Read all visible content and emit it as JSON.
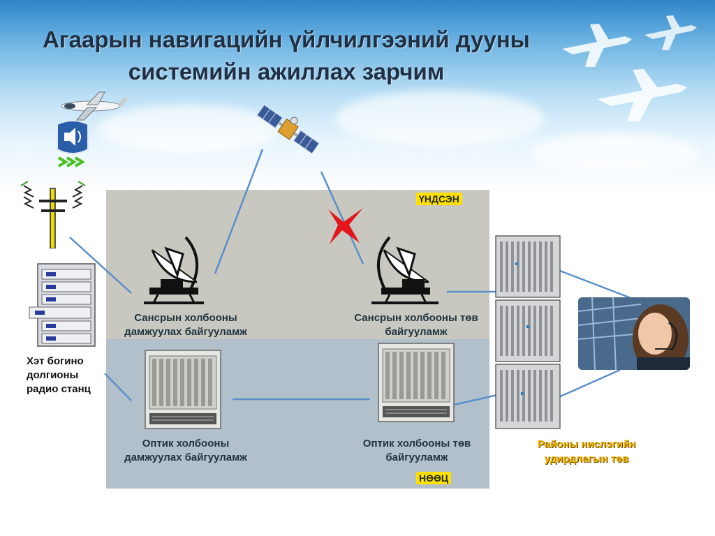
{
  "title_line1": "Агаарын навигацийн үйлчилгээний дууны",
  "title_line2": "системийн ажиллах зарчим",
  "zones": {
    "primary_tag": "ҮНДСЭН",
    "backup_tag": "НӨӨЦ"
  },
  "labels": {
    "sat_relay_1": "Сансрын холбооны",
    "sat_relay_2": "дамжуулах байгууламж",
    "sat_central_1": "Сансрын холбооны төв",
    "sat_central_2": "байгууламж",
    "opt_relay_1": "Оптик  холбооны",
    "opt_relay_2": "дамжуулах байгууламж",
    "opt_central_1": "Оптик  холбооны  төв",
    "opt_central_2": "байгууламж",
    "hf_1": "Хэт богино",
    "hf_2": "долгионы",
    "hf_3": "радио станц",
    "acc_1": "Районы нислэгийн",
    "acc_2": "удирдлагын төв"
  },
  "colors": {
    "link": "#5b8fc9",
    "fail_mark": "#e4161b",
    "primary_zone": "#c8c8c0",
    "backup_zone": "#b2c0cb",
    "tag_yellow": "#ffe000",
    "tag_orange": "#f2b300"
  },
  "icons": [
    "airplane-icon",
    "satellite-icon",
    "radio-antenna-icon",
    "satellite-dish-icon",
    "server-rack-icon",
    "speaker-icon",
    "operator-photo"
  ]
}
